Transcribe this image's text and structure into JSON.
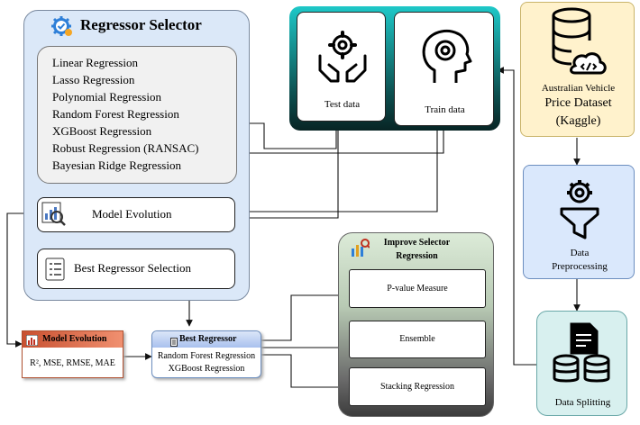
{
  "regressor_selector": {
    "title": "Regressor Selector",
    "regressors": [
      "Linear Regression",
      "Lasso Regression",
      "Polynomial Regression",
      "Random Forest Regression",
      "XGBoost Regression",
      "Robust Regression (RANSAC)",
      "Bayesian Ridge Regression"
    ],
    "model_evolution_label": "Model Evolution",
    "best_selection_label": "Best Regressor Selection"
  },
  "data_blocks": {
    "test_label": "Test data",
    "train_label": "Train data"
  },
  "dataset": {
    "line1": "Australian Vehicle",
    "line2": "Price Dataset",
    "line3": "(Kaggle)"
  },
  "preprocessing": {
    "line1": "Data",
    "line2": "Preprocessing"
  },
  "splitting": {
    "label": "Data Splitting"
  },
  "model_evolution_metrics": {
    "title": "Model Evolution",
    "metrics": "R², MSE, RMSE, MAE"
  },
  "best_regressor": {
    "title": "Best Regressor",
    "line1": "Random Forest Regression",
    "line2": "XGBoost Regression"
  },
  "improve_selector": {
    "title_line1": "Improve Selector",
    "title_line2": "Regression",
    "items": [
      "P-value Measure",
      "Ensemble",
      "Stacking Regression"
    ]
  },
  "colors": {
    "selector_panel": "#dbe8f8",
    "inner_list": "#f1f1f1",
    "data_panel_gradient": [
      "#1ec8c8",
      "#0b2a2a"
    ],
    "dataset_panel": "#fff2cc",
    "preprocessing_panel": "#dae8fc",
    "splitting_panel": "#d8f0ef",
    "improve_gradient": [
      "#d5e8d4",
      "#3a3a3a"
    ],
    "metrics_header": "#e07050",
    "best_header": "#bcd0f2"
  }
}
